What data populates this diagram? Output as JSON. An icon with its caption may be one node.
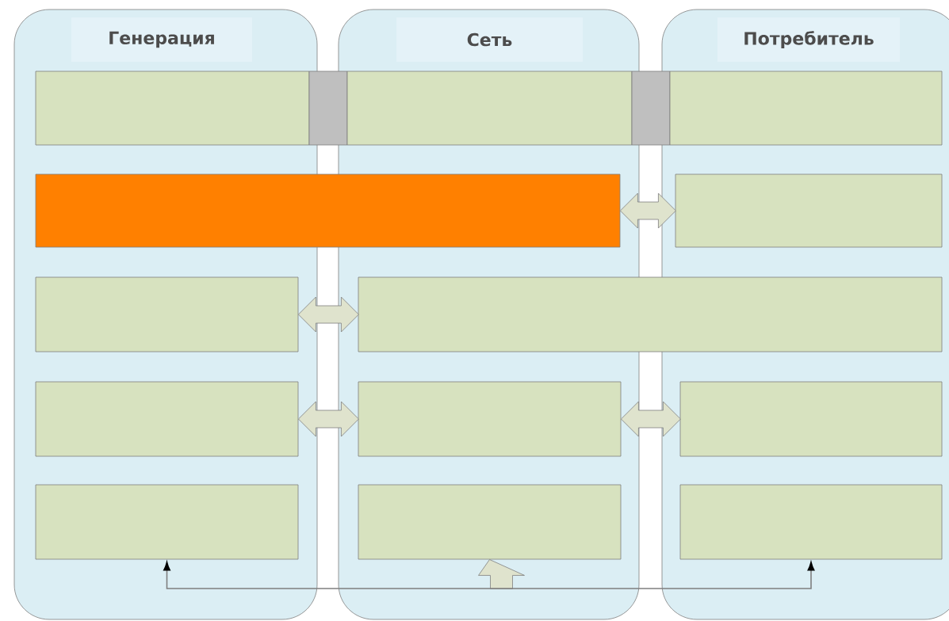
{
  "diagram": {
    "nodes": [
      {
        "text": [
          "Генерация"
        ]
      },
      {
        "text": [
          "Сеть"
        ]
      },
      {
        "text": [
          "Потребитель"
        ]
      },
      {
        "text": [],
        "shape": "box",
        "in": 0
      },
      {
        "text": [],
        "shape": "box"
      },
      {
        "text": [],
        "shape": "box",
        "in": 1
      },
      {
        "text": [],
        "shape": "box"
      },
      {
        "text": [],
        "shape": "box",
        "in": 2
      },
      {
        "text": [],
        "shape": "box"
      },
      {
        "text": [],
        "shape": "box",
        "in": 2
      },
      {
        "text": [],
        "shape": "box",
        "in": 0
      },
      {
        "text": [],
        "shape": "box"
      },
      {
        "text": [],
        "shape": "box",
        "in": 0
      },
      {
        "text": [],
        "shape": "box",
        "in": 1
      },
      {
        "text": [],
        "shape": "box",
        "in": 2
      },
      {
        "text": [],
        "shape": "box",
        "in": 0
      },
      {
        "text": [],
        "shape": "box",
        "in": 1
      },
      {
        "text": [],
        "shape": "box",
        "in": 2
      }
    ],
    "edges": [
      {
        "from": 8,
        "to": 9,
        "arrow": "both",
        "style": "thick"
      },
      {
        "from": 10,
        "to": 11,
        "arrow": "both",
        "style": "thick"
      },
      {
        "from": 12,
        "to": 13,
        "arrow": "both",
        "style": "thick"
      },
      {
        "from": 13,
        "to": 14,
        "arrow": "both",
        "style": "thick"
      },
      {
        "from": null,
        "to": 15,
        "arrow": "to"
      },
      {
        "from": null,
        "to": 16,
        "arrow": "to",
        "style": "thick"
      },
      {
        "from": null,
        "to": 17,
        "arrow": "to"
      }
    ]
  }
}
